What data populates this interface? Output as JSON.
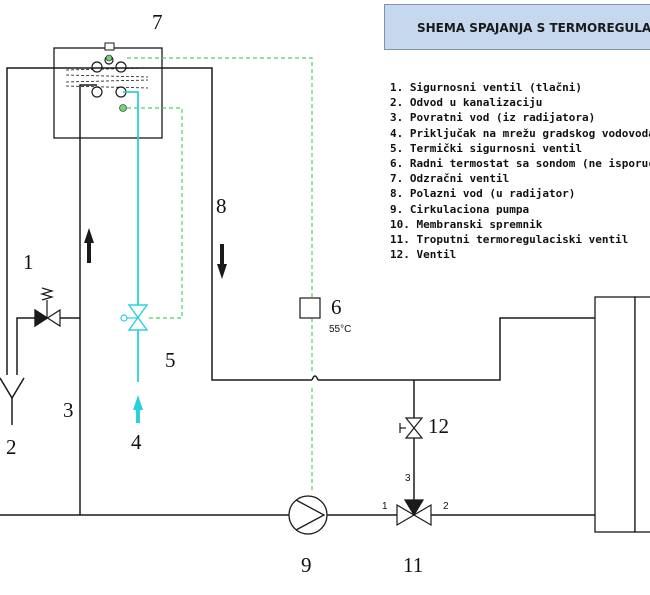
{
  "title": "SHEMA SPAJANJA S TERMOREGULA",
  "legend": [
    "1. Sigurnosni ventil (tlačni)",
    "2. Odvod u kanalizaciju",
    "3. Povratni vod (iz radijatora)",
    "4. Priključak na mrežu gradskog vodovoda",
    "5. Termički sigurnosni ventil",
    "6. Radni termostat sa sondom (ne isporuču",
    "7. Odzračni ventil",
    "8. Polazni vod (u radijator)",
    "9. Cirkulaciona pumpa",
    "10. Membranski spremnik",
    "11. Troputni termoregulaciski ventil",
    "12. Ventil"
  ],
  "labels": {
    "n1": "1",
    "n2": "2",
    "n3": "3",
    "n4": "4",
    "n5": "5",
    "n6": "6",
    "n7": "7",
    "n8": "8",
    "n9": "9",
    "n11": "11",
    "n12": "12",
    "port1": "1",
    "port2": "2",
    "port3": "3",
    "temp": "55°C"
  },
  "colors": {
    "pipe": "#1a1a1a",
    "cold_water": "#2ad0dd",
    "signal": "#4fcf6a",
    "title_bg": "#c5d8ee"
  }
}
